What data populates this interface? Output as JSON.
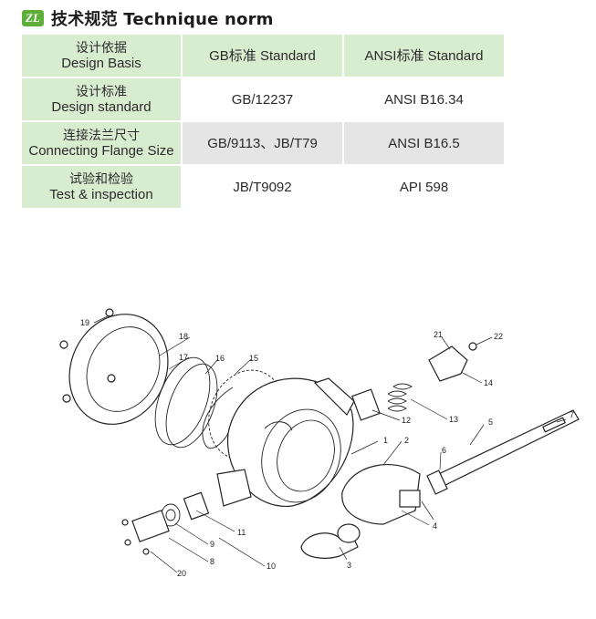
{
  "header": {
    "logo_text": "ZL",
    "title": "技术规范 Technique norm"
  },
  "table": {
    "rows": [
      {
        "label_cn": "设计依据",
        "label_en": "Design Basis",
        "gb": "GB标准 Standard",
        "ansi": "ANSI标准 Standard"
      },
      {
        "label_cn": "设计标准",
        "label_en": "Design standard",
        "gb": "GB/12237",
        "ansi": "ANSI B16.34"
      },
      {
        "label_cn": "连接法兰尺寸",
        "label_en": "Connecting Flange Size",
        "gb": "GB/9113、JB/T79",
        "ansi": "ANSI B16.5"
      },
      {
        "label_cn": "试验和检验",
        "label_en": "Test & inspection",
        "gb": "JB/T9092",
        "ansi": "API 598"
      }
    ]
  },
  "drawing": {
    "part_labels": {
      "p1": "1",
      "p2": "2",
      "p3": "3",
      "p4": "4",
      "p5": "5",
      "p6": "6",
      "p7": "7",
      "p8": "8",
      "p9": "9",
      "p10": "10",
      "p11": "11",
      "p12": "12",
      "p13": "13",
      "p14": "14",
      "p15": "15",
      "p16": "16",
      "p17": "17",
      "p18": "18",
      "p19": "19",
      "p20": "20",
      "p21": "21",
      "p22": "22"
    }
  },
  "colors": {
    "accent_green": "#5fae3a",
    "header_cell": "#d8edd0",
    "shaded_row": "#e5e5e5"
  }
}
